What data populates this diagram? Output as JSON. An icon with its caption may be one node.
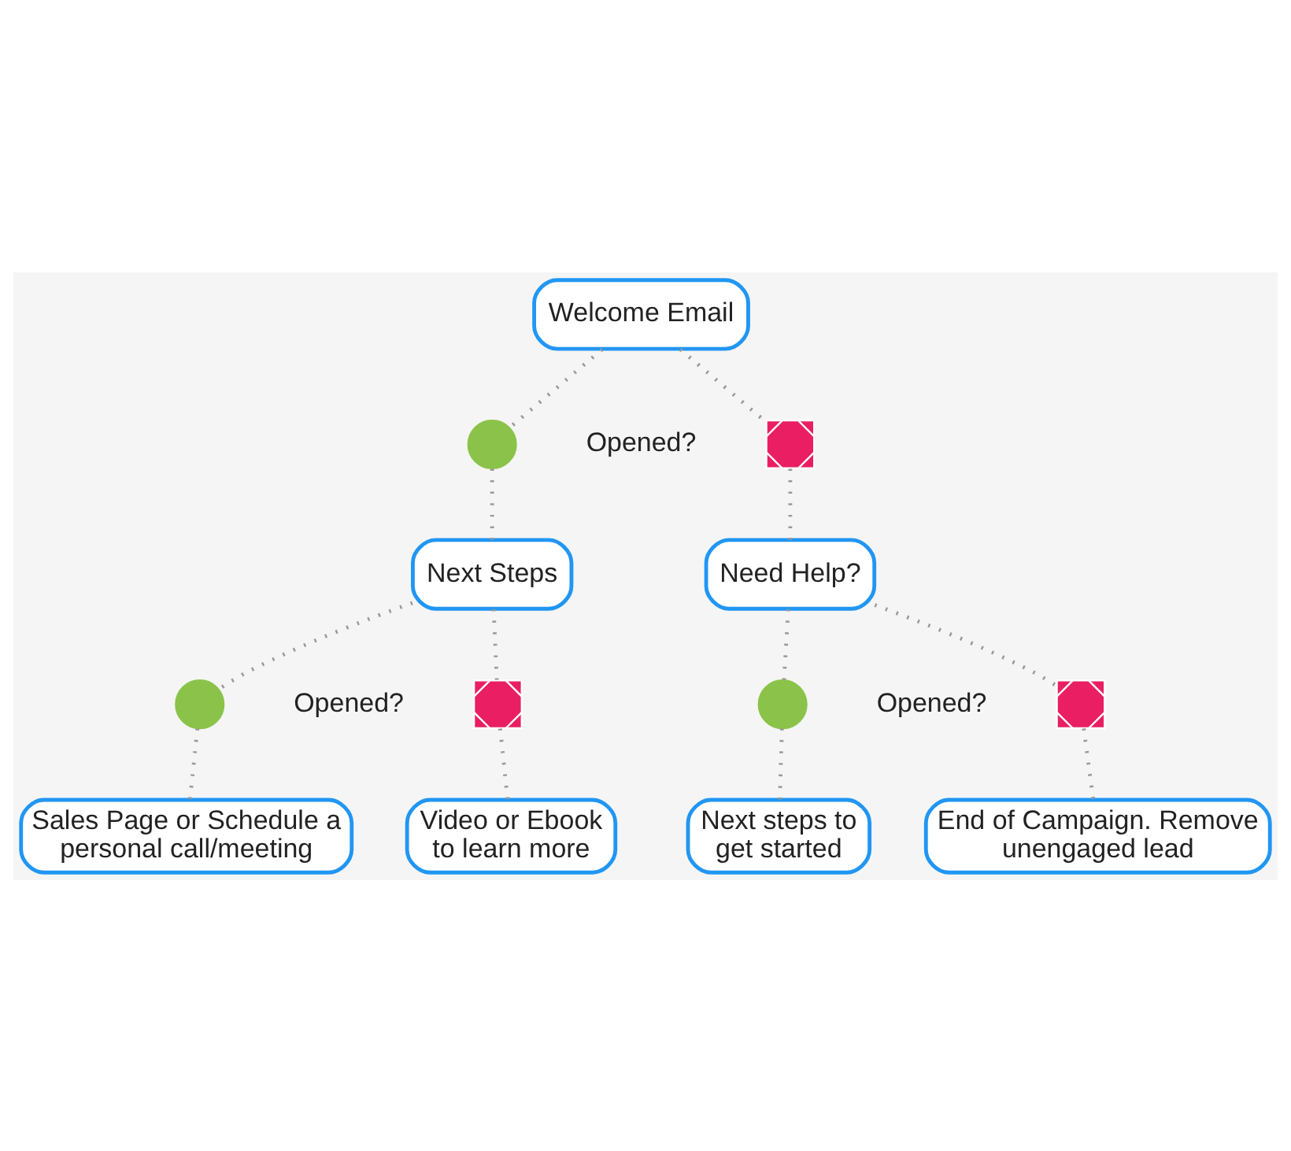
{
  "diagram": {
    "nodes": [
      {
        "text": [
          "Welcome Email"
        ]
      },
      {
        "text": [],
        "shape": "check"
      },
      {
        "text": [],
        "shape": "cross"
      },
      {
        "text": [
          "Next Steps"
        ]
      },
      {
        "text": [
          "Need Help?"
        ]
      },
      {
        "text": [],
        "shape": "check"
      },
      {
        "text": [],
        "shape": "cross"
      },
      {
        "text": [],
        "shape": "check"
      },
      {
        "text": [],
        "shape": "cross"
      },
      {
        "text": [
          "Sales Page or Schedule a personal call/meeting"
        ]
      },
      {
        "text": [
          "Video or Ebook to learn more"
        ]
      },
      {
        "text": [
          "Next steps to get started"
        ]
      },
      {
        "text": [
          "End of Campaign. Remove unengaged lead"
        ]
      }
    ],
    "edges": [
      {
        "from": 0,
        "to": 1,
        "arrow": "none"
      },
      {
        "from": 0,
        "to": 2,
        "arrow": "none"
      },
      {
        "from": 1,
        "to": 3,
        "arrow": "none"
      },
      {
        "from": 2,
        "to": 4,
        "arrow": "none"
      },
      {
        "from": 3,
        "to": 5,
        "arrow": "none"
      },
      {
        "from": 3,
        "to": 6,
        "arrow": "none"
      },
      {
        "from": 4,
        "to": 7,
        "arrow": "none"
      },
      {
        "from": 4,
        "to": 8,
        "arrow": "none"
      },
      {
        "from": 5,
        "to": 9,
        "arrow": "none"
      },
      {
        "from": 6,
        "to": 10,
        "arrow": "none"
      },
      {
        "from": 7,
        "to": 11,
        "arrow": "none"
      },
      {
        "from": 8,
        "to": 12,
        "arrow": "none"
      }
    ],
    "labels": [
      "Opened?",
      "Opened?",
      "Opened?"
    ]
  }
}
